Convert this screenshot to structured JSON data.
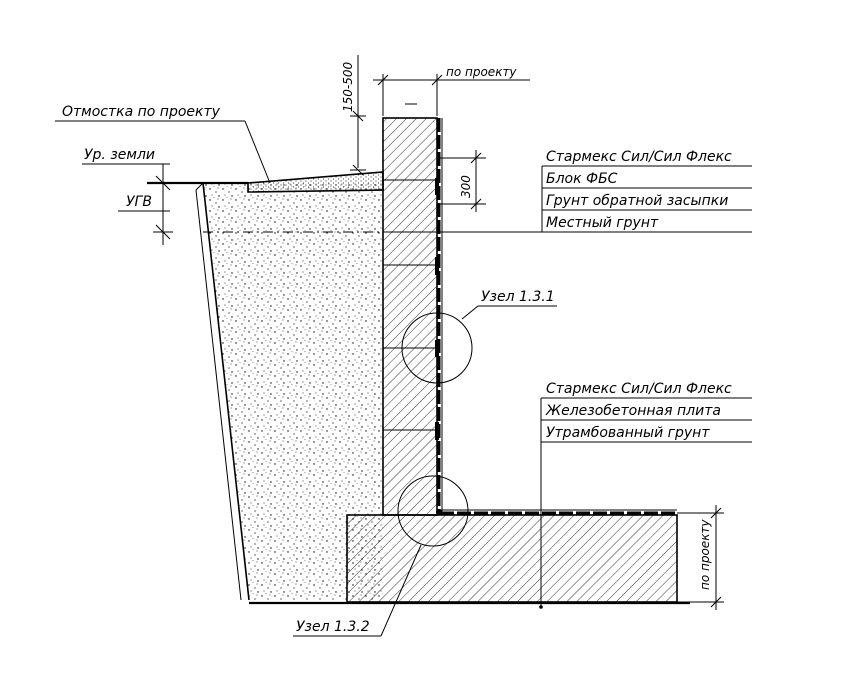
{
  "labels": {
    "otmostka": "Отмостка по проекту",
    "ground_level": "Ур. земли",
    "ugv": "УГВ",
    "node_1": "Узел 1.3.1",
    "node_2": "Узел 1.3.2"
  },
  "dimensions": {
    "gap": "150-500",
    "wall_width": "по проекту",
    "overlap": "300",
    "slab_thickness": "по проекту"
  },
  "legend_top": [
    "Стармекс Сил/Сил Флекс",
    "Блок ФБС",
    "Грунт обратной засыпки",
    "Местный грунт"
  ],
  "legend_bottom": [
    "Стармекс Сил/Сил Флекс",
    "Железобетонная плита",
    "Утрамбованный грунт"
  ]
}
